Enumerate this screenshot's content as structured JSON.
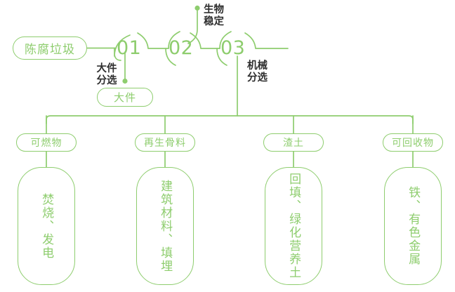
{
  "diagram": {
    "type": "process-flow",
    "accent_color": "#8ecd6e",
    "note_color": "#2e2e2e",
    "background": "#ffffff"
  },
  "root": {
    "label": "陈腐垃圾"
  },
  "steps": [
    {
      "number": "01",
      "process_label": "大件\n分选",
      "output": {
        "label": "大件"
      }
    },
    {
      "number": "02",
      "process_label": "生物\n稳定"
    },
    {
      "number": "03",
      "process_label": "机械\n分选"
    }
  ],
  "outputs": [
    {
      "label": "可燃物",
      "destination": "焚烧、发电"
    },
    {
      "label": "再生骨料",
      "destination": "建筑材料、填埋"
    },
    {
      "label": "渣土",
      "destination": "回填、绿化营养土"
    },
    {
      "label": "可回收物",
      "destination": "铁、有色金属"
    }
  ]
}
